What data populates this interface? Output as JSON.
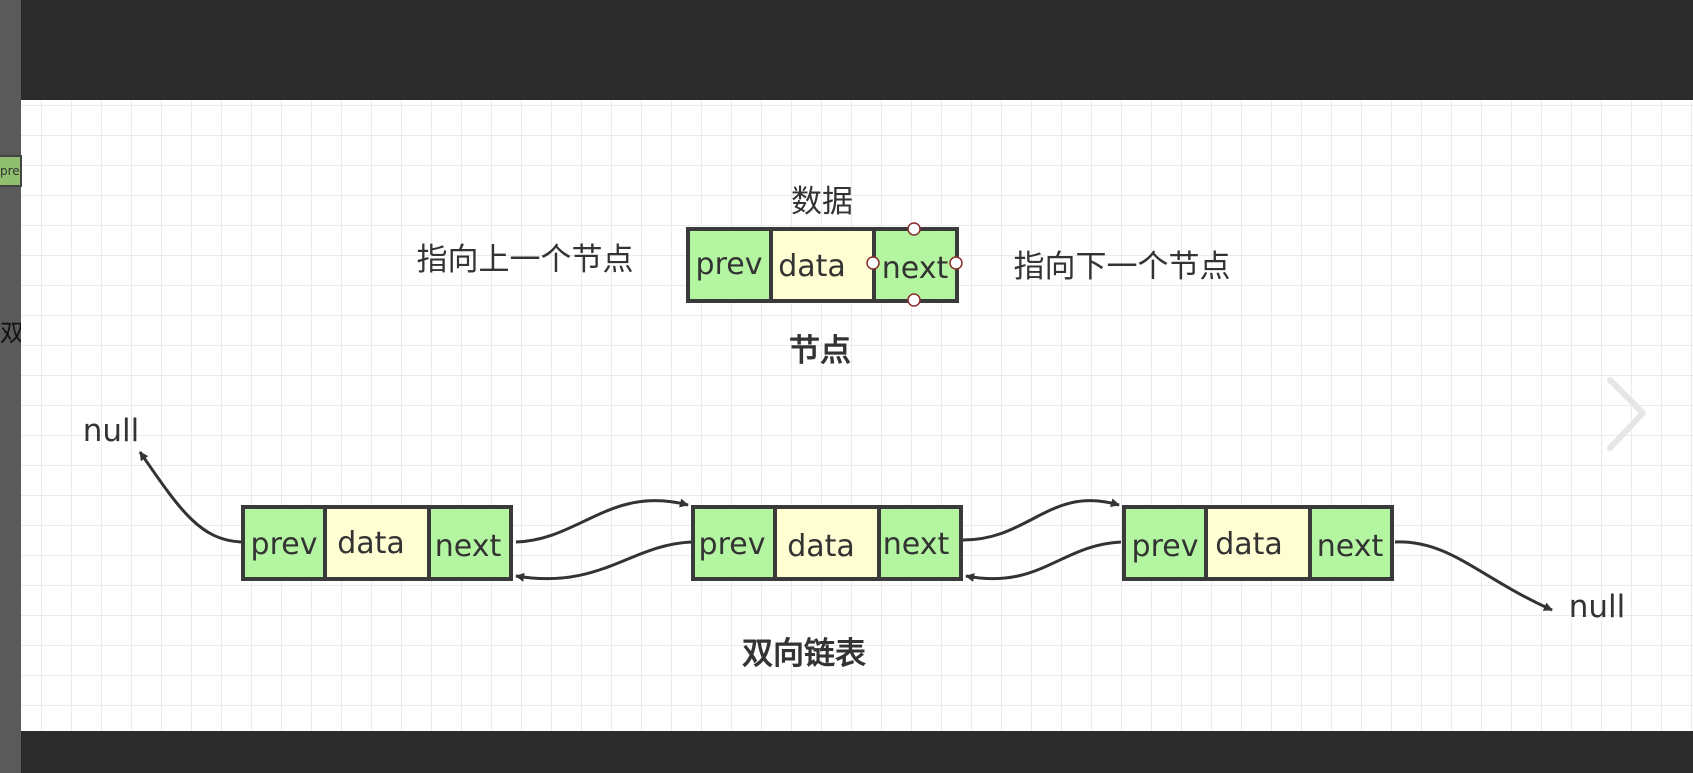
{
  "node_diagram": {
    "data_label": "数据",
    "prev_label": "指向上一个节点",
    "next_label": "指向下一个节点",
    "cells": [
      "prev",
      "data",
      "next"
    ],
    "caption": "节点"
  },
  "list_diagram": {
    "nodes": [
      {
        "cells": [
          "prev",
          "data",
          "next"
        ]
      },
      {
        "cells": [
          "prev",
          "data",
          "next"
        ]
      },
      {
        "cells": [
          "prev",
          "data",
          "next"
        ]
      }
    ],
    "null_left": "null",
    "null_right": "null",
    "caption": "双向链表"
  },
  "left_edge": {
    "peek_text": "双",
    "peek_box": "prev"
  },
  "colors": {
    "cell_green": "#b3f5a0",
    "cell_yellow": "#fffdd2",
    "border": "#3a3a3a",
    "arrow": "#333333",
    "text": "#333333"
  },
  "icons": [
    "chevron-right-icon"
  ]
}
